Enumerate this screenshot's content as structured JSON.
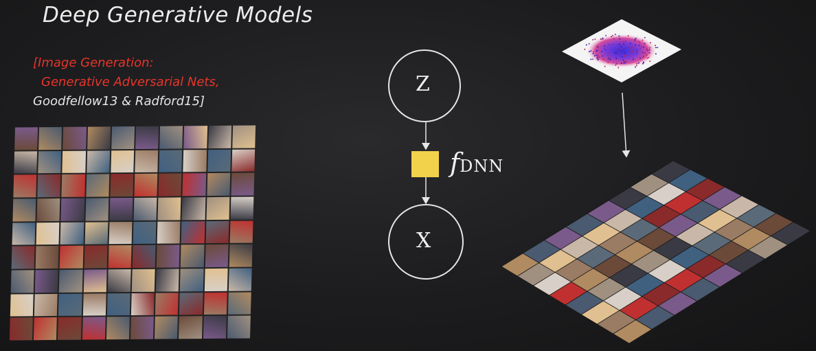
{
  "slide": {
    "title": "Deep Generative Models",
    "citation": {
      "open_bracket": "[",
      "line1": "Image Generation:",
      "line2": "Generative Adversarial Nets,",
      "line3": "Goodfellow13 & Radford15]"
    }
  },
  "diagram": {
    "latent_node": "Z",
    "function_label": "f",
    "function_subscript": "DNN",
    "output_node": "X"
  },
  "colors": {
    "citation_red": "#e8352a",
    "function_box": "#f2d14b",
    "node_stroke": "#e6e6e6"
  }
}
